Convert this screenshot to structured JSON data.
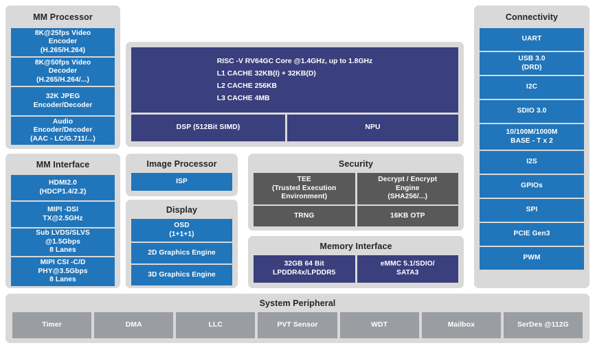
{
  "colors": {
    "background": "#ffffff",
    "panel": "#d9d9d9",
    "blue": "#2175ba",
    "navy": "#3a3f7d",
    "dark_gray": "#595959",
    "mid_gray": "#9a9da1",
    "title_text": "#252525",
    "block_text": "#ffffff"
  },
  "mm_processor": {
    "title": "MM Processor",
    "blocks": [
      {
        "lines": [
          "8K@25fps Video",
          "Encoder",
          "(H.265/H.264)"
        ]
      },
      {
        "lines": [
          "8K@50fps Video",
          "Decoder",
          "(H.265/H.264/...)"
        ]
      },
      {
        "lines": [
          "32K JPEG",
          "Encoder/Decoder"
        ]
      },
      {
        "lines": [
          "Audio",
          "Encoder/Decoder",
          "(AAC - LC/G.711/...)"
        ]
      }
    ]
  },
  "mm_interface": {
    "title": "MM Interface",
    "blocks": [
      {
        "lines": [
          "HDMI2.0",
          "(HDCP1.4/2.2)"
        ]
      },
      {
        "lines": [
          "MIPI -DSI",
          "TX@2.5GHz"
        ]
      },
      {
        "lines": [
          "Sub  LVDS/SLVS",
          "@1.5Gbps",
          "8 Lanes"
        ]
      },
      {
        "lines": [
          "MIPI   CSI -C/D",
          "PHY@3.5Gbps",
          "8 Lanes"
        ]
      }
    ]
  },
  "cpu": {
    "core_lines": [
      "RISC -V  RV64GC Core @1.4GHz, up to 1.8GHz",
      "L1 CACHE 32KB(I) + 32KB(D)",
      "L2 CACHE   256KB",
      "L3 CACHE   4MB"
    ],
    "dsp_label": "DSP (512Bit SIMD)",
    "npu_label": "NPU"
  },
  "image_processor": {
    "title": "Image Processor",
    "blocks": [
      {
        "lines": [
          "ISP"
        ]
      }
    ]
  },
  "display": {
    "title": "Display",
    "blocks": [
      {
        "lines": [
          "OSD",
          "(1+1+1)"
        ]
      },
      {
        "lines": [
          "2D  Graphics Engine"
        ]
      },
      {
        "lines": [
          "3D  Graphics Engine"
        ]
      }
    ]
  },
  "security": {
    "title": "Security",
    "rows": [
      [
        {
          "lines": [
            "TEE",
            "(Trusted Execution",
            "Environment)"
          ]
        },
        {
          "lines": [
            "Decrypt / Encrypt",
            "Engine",
            "(SHA256/...)"
          ]
        }
      ],
      [
        {
          "lines": [
            "TRNG"
          ]
        },
        {
          "lines": [
            "16KB  OTP"
          ]
        }
      ]
    ]
  },
  "memory_interface": {
    "title": "Memory Interface",
    "rows": [
      [
        {
          "lines": [
            "32GB 64 Bit",
            "LPDDR4x/LPDDR5"
          ]
        },
        {
          "lines": [
            "eMMC   5.1/SDIO/",
            "SATA3"
          ]
        }
      ]
    ]
  },
  "connectivity": {
    "title": "Connectivity",
    "blocks": [
      {
        "lines": [
          "UART"
        ]
      },
      {
        "lines": [
          "USB  3.0",
          "(DRD)"
        ]
      },
      {
        "lines": [
          "I2C"
        ]
      },
      {
        "lines": [
          "SDIO 3.0"
        ]
      },
      {
        "lines": [
          "10/100M/1000M",
          "BASE - T x 2"
        ]
      },
      {
        "lines": [
          "I2S"
        ]
      },
      {
        "lines": [
          "GPIOs"
        ]
      },
      {
        "lines": [
          "SPI"
        ]
      },
      {
        "lines": [
          "PCIE  Gen3"
        ]
      },
      {
        "lines": [
          "PWM"
        ]
      }
    ]
  },
  "system_peripheral": {
    "title": "System Peripheral",
    "blocks": [
      {
        "lines": [
          "Timer"
        ]
      },
      {
        "lines": [
          "DMA"
        ]
      },
      {
        "lines": [
          "LLC"
        ]
      },
      {
        "lines": [
          "PVT Sensor"
        ]
      },
      {
        "lines": [
          "WDT"
        ]
      },
      {
        "lines": [
          "Mailbox"
        ]
      },
      {
        "lines": [
          "SerDes  @112G"
        ]
      }
    ]
  }
}
